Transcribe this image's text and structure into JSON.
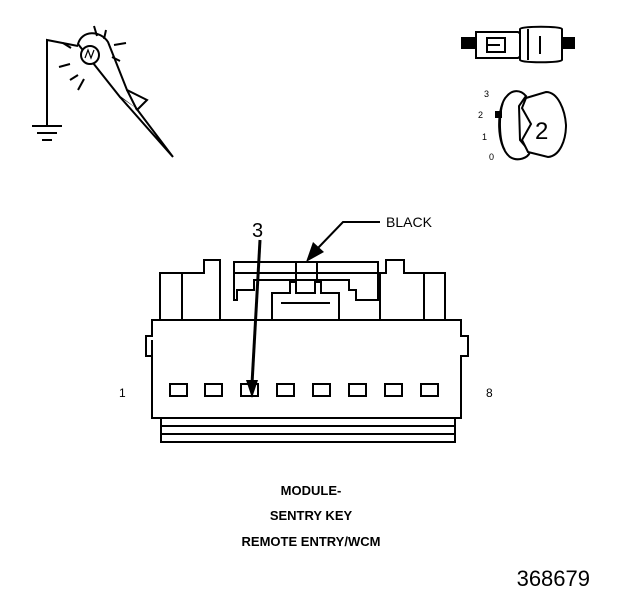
{
  "test_light": {
    "icon": "test-light-probe-icon",
    "ground_icon": "ground-symbol-icon"
  },
  "ignition": {
    "key_icon": "ignition-key-icon",
    "switch_icon": "ignition-switch-icon",
    "positions": [
      "3",
      "2",
      "1",
      "0"
    ],
    "selected_position": "2"
  },
  "connector": {
    "callout_color": "BLACK",
    "pin_callout": "3",
    "first_pin_label": "1",
    "last_pin_label": "8"
  },
  "caption": {
    "line1": "MODULE-",
    "line2": "SENTRY KEY",
    "line3": "REMOTE ENTRY/WCM"
  },
  "figure_number": "368679"
}
